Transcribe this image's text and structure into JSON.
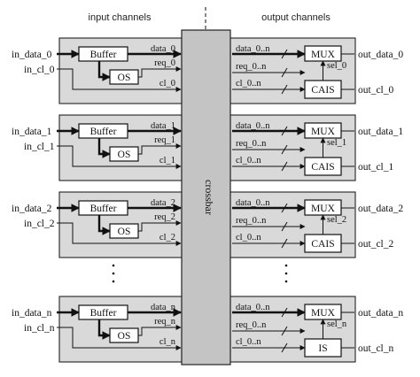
{
  "headers": {
    "input": "input channels",
    "output": "output channels"
  },
  "crossbar": "crossbar",
  "dots": "·\n·\n·",
  "channels": [
    {
      "in_data": "in_data_0",
      "in_cl": "in_cl_0",
      "buffer": "Buffer",
      "os": "OS",
      "data": "data_0",
      "req": "req_0",
      "cl": "cl_0",
      "data_n": "data_0..n",
      "req_n": "req_0..n",
      "cl_n": "cl_0..n",
      "mux": "MUX",
      "sel": "sel_0",
      "ctrl": "CAIS",
      "out_data": "out_data_0",
      "out_cl": "out_cl_0"
    },
    {
      "in_data": "in_data_1",
      "in_cl": "in_cl_1",
      "buffer": "Buffer",
      "os": "OS",
      "data": "data_1",
      "req": "req_1",
      "cl": "cl_1",
      "data_n": "data_0..n",
      "req_n": "req_0..n",
      "cl_n": "cl_0..n",
      "mux": "MUX",
      "sel": "sel_1",
      "ctrl": "CAIS",
      "out_data": "out_data_1",
      "out_cl": "out_cl_1"
    },
    {
      "in_data": "in_data_2",
      "in_cl": "in_cl_2",
      "buffer": "Buffer",
      "os": "OS",
      "data": "data_2",
      "req": "req_2",
      "cl": "cl_2",
      "data_n": "data_0..n",
      "req_n": "req_0..n",
      "cl_n": "cl_0..n",
      "mux": "MUX",
      "sel": "sel_2",
      "ctrl": "CAIS",
      "out_data": "out_data_2",
      "out_cl": "out_cl_2"
    },
    {
      "in_data": "in_data_n",
      "in_cl": "in_cl_n",
      "buffer": "Buffer",
      "os": "OS",
      "data": "data_n",
      "req": "req_n",
      "cl": "cl_n",
      "data_n": "data_0..n",
      "req_n": "req_0..n",
      "cl_n": "cl_0..n",
      "mux": "MUX",
      "sel": "sel_n",
      "ctrl": "IS",
      "out_data": "out_data_n",
      "out_cl": "out_cl_n"
    }
  ]
}
